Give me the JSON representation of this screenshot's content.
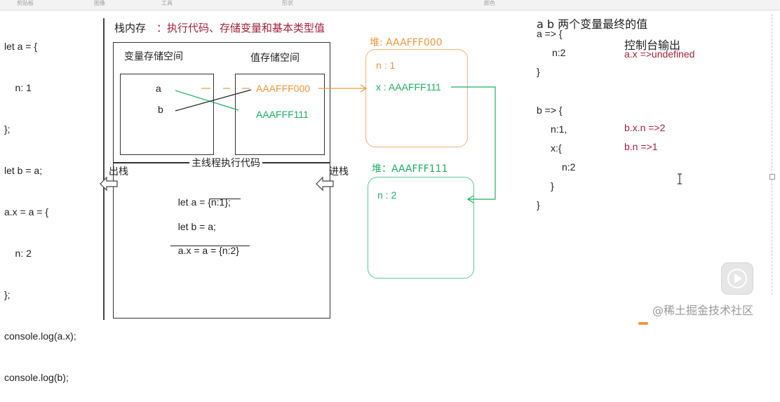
{
  "toolbar": {
    "tabs": [
      "剪贴板",
      "图像",
      "工具",
      "形状",
      "颜色"
    ]
  },
  "left_code": {
    "lines": [
      "let a = {",
      "    n: 1",
      "};",
      "let b = a;",
      "a.x = a = {",
      "    n: 2",
      "};",
      "console.log(a.x);",
      "console.log(b);"
    ]
  },
  "stack": {
    "title": "栈内存",
    "subtitle": "：执行代码、存储变量和基本类型值",
    "var_area_label": "变量存储空间",
    "val_area_label": "值存储空间",
    "var_a": "a",
    "var_b": "b",
    "addr_a": "AAAFFF000",
    "addr_b": "AAAFFF111",
    "main_thread_label": "主线程执行代码",
    "pop_label": "出栈",
    "push_label": "进栈",
    "exec_lines": [
      "let a = {n:1};",
      "let b = a;",
      "a.x = a = {n:2}"
    ]
  },
  "heap1": {
    "title": "堆: AAAFFF000",
    "prop1": "n : 1",
    "prop2": "x : AAAFFF111"
  },
  "heap2": {
    "title": "堆：AAAFFF111",
    "prop1": "n : 2"
  },
  "right_panel": {
    "title": "a b 两个变量最终的值",
    "console_label": "控制台输出",
    "a_lines": [
      "a => {",
      "n:2",
      "}"
    ],
    "b_lines": [
      "b => {",
      "n:1,",
      "x:{",
      "n:2",
      "}",
      "}"
    ],
    "out_ax": "a.x =>undefined",
    "out_bxn": "b.x.n =>2",
    "out_bn": "b.n =>1"
  },
  "watermark": "@稀土掘金技术社区",
  "colors": {
    "orange": "#f0963c",
    "green": "#1fae63",
    "dark_red": "#a3223a",
    "border": "#333333"
  }
}
